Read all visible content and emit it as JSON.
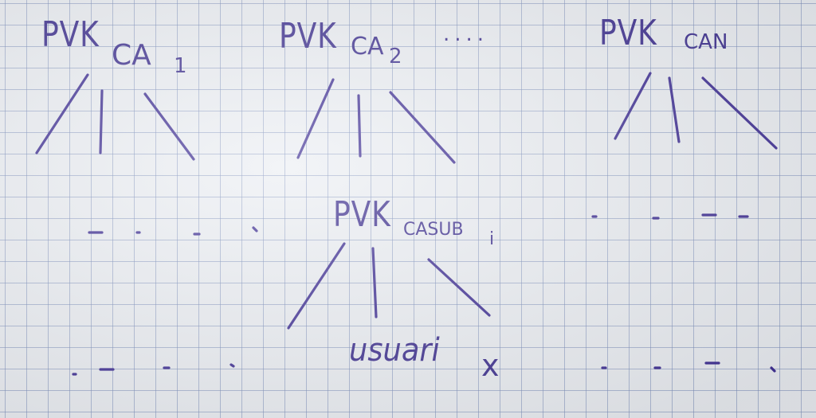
{
  "nodes": {
    "ca1": {
      "main": "PVK",
      "sub": "CA",
      "index": "1"
    },
    "ca2": {
      "main": "PVK",
      "sub": "CA",
      "index": "2"
    },
    "can": {
      "main": "PVK",
      "sub": "CAN"
    },
    "casub": {
      "main": "PVK",
      "sub": "CASUB",
      "index": "i"
    },
    "user": {
      "label": "usuari",
      "var": "x"
    }
  },
  "ellipsis_top": "....",
  "ink_color": "#3d2f8f"
}
